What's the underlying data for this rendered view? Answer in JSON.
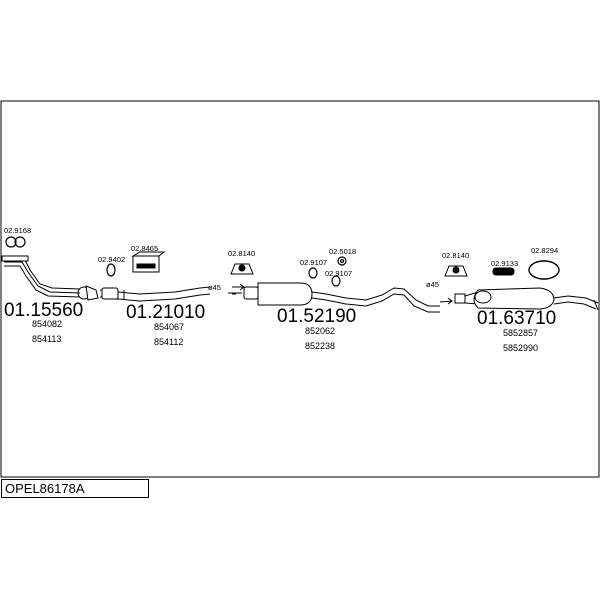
{
  "title_code": "OPEL86178A",
  "parts": [
    {
      "main": "01.15560",
      "refs": [
        "854082",
        "854113"
      ]
    },
    {
      "main": "01.21010",
      "refs": [
        "854067",
        "854112"
      ]
    },
    {
      "main": "01.52190",
      "refs": [
        "852062",
        "852238"
      ]
    },
    {
      "main": "01.63710",
      "refs": [
        "5852857",
        "5852990"
      ]
    }
  ],
  "accessories": {
    "clamp_1": "02.9168",
    "gasket_1": "02.9402",
    "bracket_1": "02.8465",
    "hanger_1": "02.8140",
    "ring_1": "02.9107",
    "ring_2": "02.5018",
    "ring_3": "02.9107",
    "hanger_2": "02.8140",
    "rubber_1": "02.9133",
    "ring_4": "02.8294"
  },
  "diameters": {
    "d1": "ø45",
    "d2": "ø45"
  }
}
